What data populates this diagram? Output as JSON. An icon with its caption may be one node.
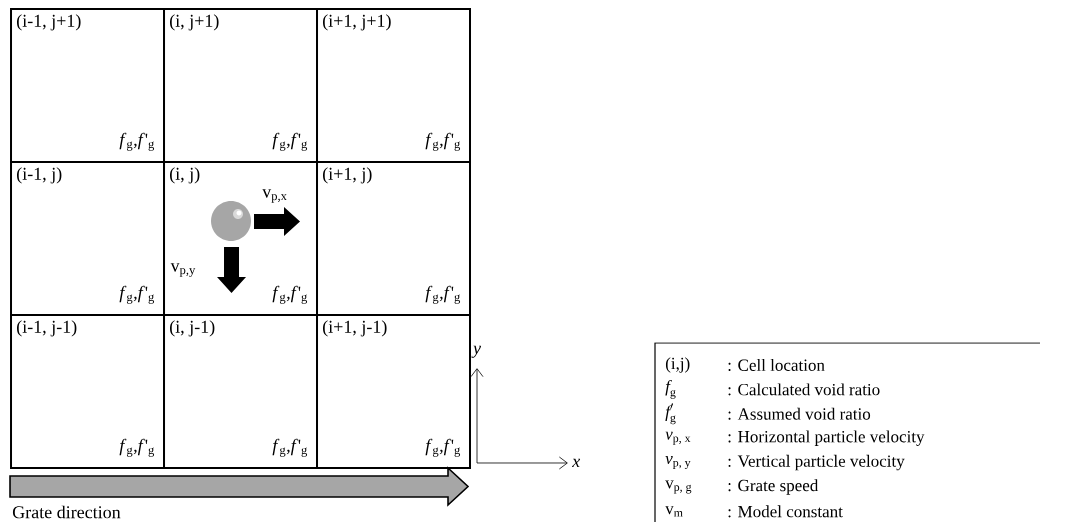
{
  "diagram": {
    "nodes": [
      {
        "text": [
          "(i-1, j+1)",
          "*f*$_{g}$,*f*'$_{g}$"
        ]
      },
      {
        "text": [
          "(i, j+1)",
          "*f*$_{g}$,*f*'$_{g}$"
        ]
      },
      {
        "text": [
          "(i+1, j+1)",
          "*f*$_{g}$,*f*'$_{g}$"
        ]
      },
      {
        "text": [
          "(i-1, j)",
          "*f*$_{g}$,*f*'$_{g}$"
        ]
      },
      {
        "text": [
          "(i, j)",
          "*f*$_{g}$,*f*'$_{g}$"
        ]
      },
      {
        "text": [
          "(i+1, j)",
          "*f*$_{g}$,*f*'$_{g}$"
        ]
      },
      {
        "text": [
          "(i-1, j-1)",
          "*f*$_{g}$,*f*'$_{g}$"
        ]
      },
      {
        "text": [
          "(i, j-1)",
          "*f*$_{g}$,*f*'$_{g}$"
        ]
      },
      {
        "text": [
          "(i+1, j-1)",
          "*f*$_{g}$,*f*'$_{g}$"
        ]
      }
    ],
    "labels": [
      "v$_{p,x}$",
      "v$_{p,y}$",
      "y",
      "x",
      "Grate direction",
      "\\text{(i,j)}",
      ": Cell location",
      "\\text{\\itshape f}_{\\text{g}}",
      ": Calculated void ratio",
      "\\text{\\itshape f}'_{\\text{g}}",
      ": Assumed void ratio",
      "\\text{\\itshape v}_{\\text{p, x}}",
      ": Horizontal particle velocity",
      "\\text{\\itshape v}_{\\text{p, y}}",
      ": Vertical particle velocity",
      "\\text{v}_{\\text{p, g}}",
      ": Grate speed",
      "\\text{v}_{\\text{m}}",
      ": Model constant"
    ]
  }
}
